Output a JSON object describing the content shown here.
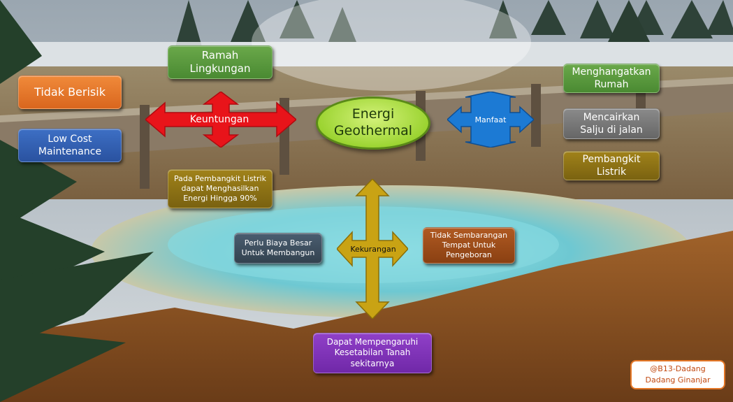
{
  "center": {
    "line1": "Energi",
    "line2": "Geothermal"
  },
  "arrows": {
    "keuntungan": "Keuntungan",
    "manfaat": "Manfaat",
    "kekurangan": "Kekurangan"
  },
  "keuntungan_items": {
    "ramah": {
      "line1": "Ramah",
      "line2": "Lingkungan"
    },
    "tidak_berisik": {
      "line1": "Tidak Berisik"
    },
    "low_cost": {
      "line1": "Low Cost",
      "line2": "Maintenance"
    },
    "pembangkit_90": {
      "line1": "Pada Pembangkit Listrik",
      "line2": "dapat Menghasilkan",
      "line3": "Energi  Hingga 90%"
    }
  },
  "manfaat_items": {
    "menghangatkan": {
      "line1": "Menghangatkan",
      "line2": "Rumah"
    },
    "mencairkan": {
      "line1": "Mencairkan",
      "line2": "Salju di jalan"
    },
    "pembangkit": {
      "line1": "Pembangkit",
      "line2": "Listrik"
    }
  },
  "kekurangan_items": {
    "biaya": {
      "line1": "Perlu Biaya Besar",
      "line2": "Untuk Membangun"
    },
    "tempat": {
      "line1": "Tidak Sembarangan",
      "line2": "Tempat Untuk",
      "line3": "Pengeboran"
    },
    "tanah": {
      "line1": "Dapat Mempengaruhi",
      "line2": "Kesetabilan Tanah",
      "line3": "sekitarnya"
    }
  },
  "credit": {
    "line1": "@B13-Dadang",
    "line2": "Dadang Ginanjar"
  },
  "colors": {
    "red_arrow": "#e8141a",
    "blue_arrow": "#1c7ad4",
    "gold_arrow": "#c9a314",
    "center_fill": "#a8dc3c"
  }
}
